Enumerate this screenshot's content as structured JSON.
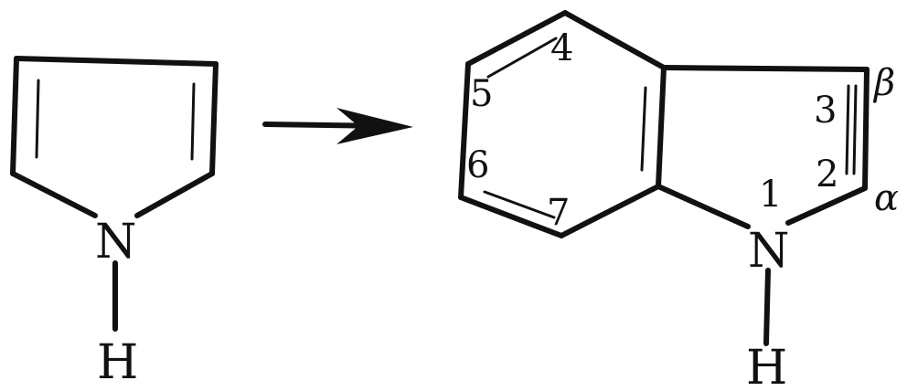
{
  "pyrrole": {
    "atom_N": "N",
    "atom_H": "H"
  },
  "indole": {
    "atom_N": "N",
    "atom_H": "H",
    "locants": {
      "n1": "1",
      "n2": "2",
      "n3": "3",
      "n4": "4",
      "n5": "5",
      "n6": "6",
      "n7": "7"
    },
    "beta_label": "β",
    "alpha_label": "α"
  }
}
